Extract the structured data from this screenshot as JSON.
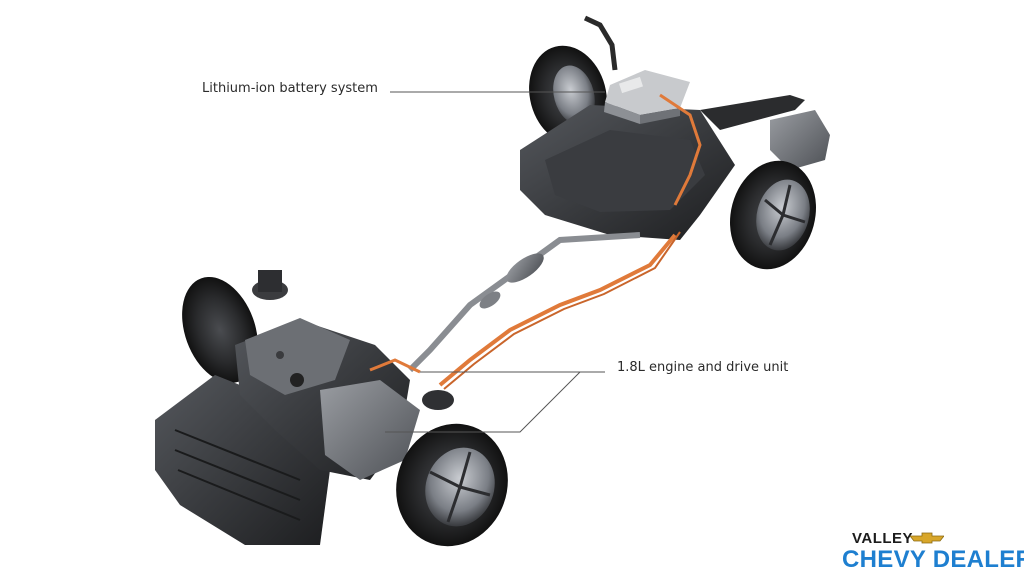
{
  "image": {
    "subject": "cutaway chassis",
    "colors": {
      "background": "#ffffff",
      "tire": "#1b1b1b",
      "metal": "#6b6e73",
      "dark_part": "#2a2c2f",
      "orange_cable": "#e07a3a",
      "leader_line": "#555555"
    }
  },
  "callouts": {
    "battery": "Lithium-ion battery system",
    "engine": "1.8L engine and drive unit"
  },
  "watermark": {
    "line1": "VALLEY",
    "line2": "CHEVY DEALERS",
    "colors": {
      "line1": "#1c1c1c",
      "line2": "#1e7fd0",
      "bowtie": "#d8a62a"
    }
  }
}
